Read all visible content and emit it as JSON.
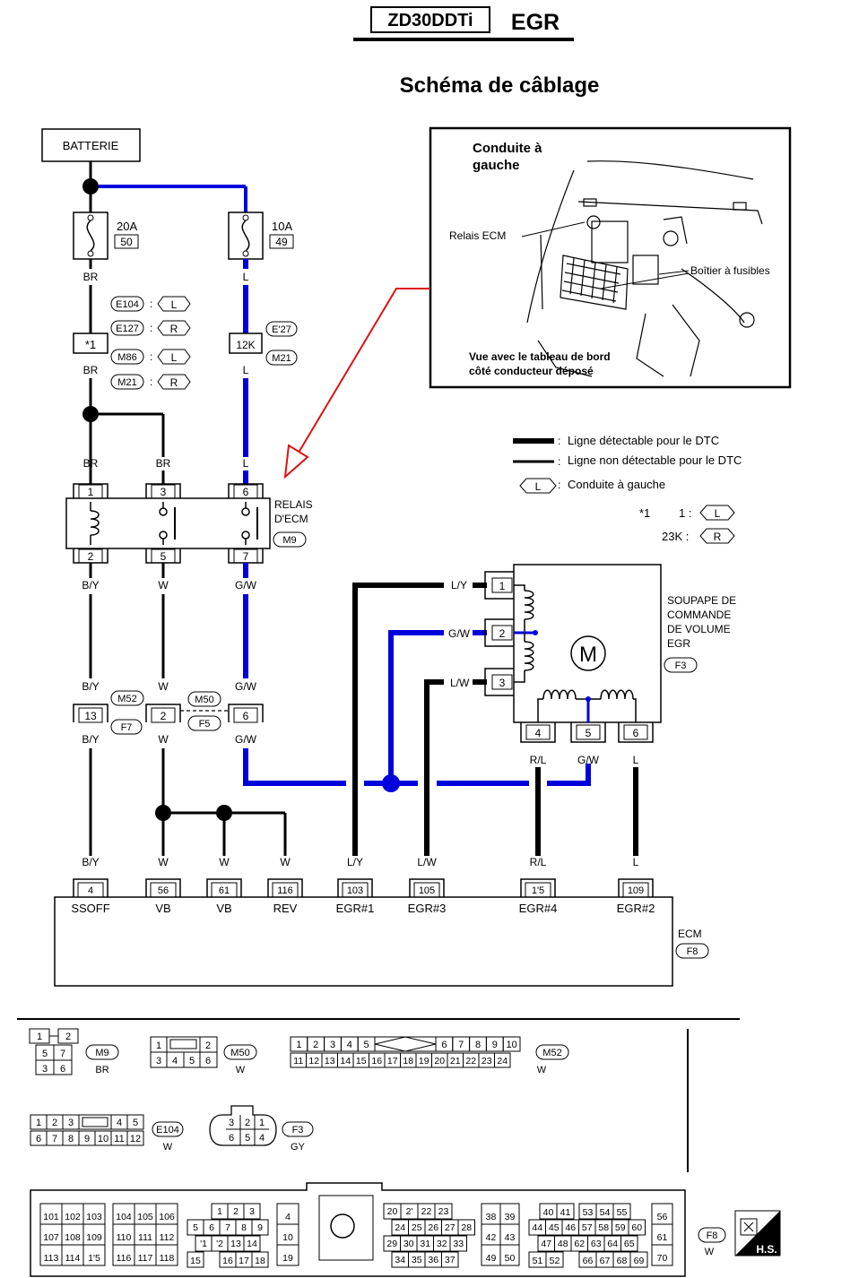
{
  "header": {
    "model": "ZD30DDTi",
    "system": "EGR",
    "title": "Schéma de câblage"
  },
  "battery": {
    "label": "BATTERIE"
  },
  "fuses": [
    {
      "amp": "20A",
      "num": "50"
    },
    {
      "amp": "10A",
      "num": "49"
    }
  ],
  "inset": {
    "title1": "Conduite à",
    "title2": "gauche",
    "relay": "Relais ECM",
    "fusebox": "Boîtier à fusibles",
    "view1": "Vue avec le tableau de bord",
    "view2": "côté conducteur déposé"
  },
  "legend": {
    "dtc": "Ligne détectable pour le DTC",
    "nondtc": "Ligne non détectable pour le DTC",
    "lhd_tag": "L",
    "lhd": "Conduite à gauche",
    "star": "*1",
    "star_val": "1 :",
    "star_tag": "L",
    "k_val": "23K :",
    "k_tag": "R"
  },
  "tags_left": [
    {
      "code": "E104",
      "side": "L"
    },
    {
      "code": "E127",
      "side": "R"
    },
    {
      "code": "M86",
      "side": "L"
    },
    {
      "code": "M21",
      "side": "R"
    }
  ],
  "tags_mid": [
    "E'27",
    "M21"
  ],
  "jc": {
    "star": "*1",
    "k": "12K"
  },
  "wires": {
    "br": "BR",
    "l": "L",
    "by": "B/Y",
    "w": "W",
    "gw": "G/W",
    "ly": "L/Y",
    "lw": "L/W",
    "rl": "R/L"
  },
  "relay": {
    "label1": "RELAIS",
    "label2": "D'ECM",
    "conn": "M9",
    "pins_top": [
      "1",
      "3",
      "6"
    ],
    "pins_bot": [
      "2",
      "5",
      "7"
    ]
  },
  "midconn": {
    "pins": [
      "13",
      "2",
      "6"
    ],
    "tags": [
      "M52",
      "F7",
      "M50",
      "F5"
    ]
  },
  "egr_valve": {
    "label1": "SOUPAPE DE",
    "label2": "COMMANDE",
    "label3": "DE VOLUME",
    "label4": "EGR",
    "conn": "F3",
    "motor": "M",
    "pins_left": [
      "1",
      "2",
      "3"
    ],
    "pins_bot": [
      "4",
      "5",
      "6"
    ]
  },
  "ecm": {
    "label": "ECM",
    "conn": "F8",
    "pins": [
      {
        "num": "4",
        "name": "SSOFF",
        "wire": "B/Y"
      },
      {
        "num": "56",
        "name": "VB",
        "wire": "W"
      },
      {
        "num": "61",
        "name": "VB",
        "wire": "W"
      },
      {
        "num": "116",
        "name": "REV",
        "wire": "W"
      },
      {
        "num": "103",
        "name": "EGR#1",
        "wire": "L/Y"
      },
      {
        "num": "105",
        "name": "EGR#3",
        "wire": "L/W"
      },
      {
        "num": "1'5",
        "name": "EGR#4",
        "wire": "R/L"
      },
      {
        "num": "109",
        "name": "EGR#2",
        "wire": "L"
      }
    ]
  },
  "connectors": {
    "m9": {
      "code": "M9",
      "color": "BR",
      "cells": [
        "1",
        "2",
        "5",
        "7",
        "3",
        "6"
      ]
    },
    "m50": {
      "code": "M50",
      "color": "W",
      "cells": [
        "1",
        "2",
        "3",
        "4",
        "5",
        "6"
      ]
    },
    "m52": {
      "code": "M52",
      "color": "W",
      "row1": [
        "1",
        "2",
        "3",
        "4",
        "5",
        "6",
        "7",
        "8",
        "9",
        "10"
      ],
      "row2": [
        "11",
        "12",
        "13",
        "14",
        "15",
        "16",
        "17",
        "18",
        "19",
        "20",
        "21",
        "22",
        "23",
        "24"
      ]
    },
    "e104": {
      "code": "E104",
      "color": "W",
      "row1": [
        "1",
        "2",
        "3",
        "4",
        "5"
      ],
      "row2": [
        "6",
        "7",
        "8",
        "9",
        "10",
        "11",
        "12"
      ]
    },
    "f3": {
      "code": "F3",
      "color": "GY",
      "row1": [
        "3",
        "2",
        "1"
      ],
      "row2": [
        "6",
        "5",
        "4"
      ]
    },
    "f8": {
      "code": "F8",
      "color": "W",
      "g1": [
        "101",
        "102",
        "103",
        "107",
        "108",
        "109",
        "113",
        "114",
        "1'5"
      ],
      "g2": [
        "104",
        "105",
        "106",
        "110",
        "111",
        "112",
        "116",
        "117",
        "118"
      ],
      "g3a": [
        "1",
        "2",
        "3"
      ],
      "g3b": [
        "5",
        "6",
        "7",
        "8",
        "9"
      ],
      "g3c": [
        "'1",
        "'2",
        "13",
        "14"
      ],
      "g3d": [
        "15",
        "16",
        "17",
        "18"
      ],
      "g4": [
        "4",
        "10",
        "19"
      ],
      "g5a": [
        "20",
        "2'",
        "22",
        "23"
      ],
      "g5b": [
        "24",
        "25",
        "26",
        "27",
        "28"
      ],
      "g5c": [
        "29",
        "30",
        "31",
        "32",
        "33"
      ],
      "g5d": [
        "34",
        "35",
        "36",
        "37"
      ],
      "g6": [
        "38",
        "39",
        "42",
        "43",
        "49",
        "50"
      ],
      "g7a": [
        "40",
        "41",
        "53",
        "54",
        "55"
      ],
      "g7b": [
        "44",
        "45",
        "46",
        "57",
        "58",
        "59",
        "60"
      ],
      "g7c": [
        "47",
        "48",
        "62",
        "63",
        "64",
        "65"
      ],
      "g7d": [
        "51",
        "52",
        "66",
        "67",
        "68",
        "69"
      ],
      "g8": [
        "56",
        "61",
        "70"
      ]
    },
    "hs": "H.S."
  }
}
